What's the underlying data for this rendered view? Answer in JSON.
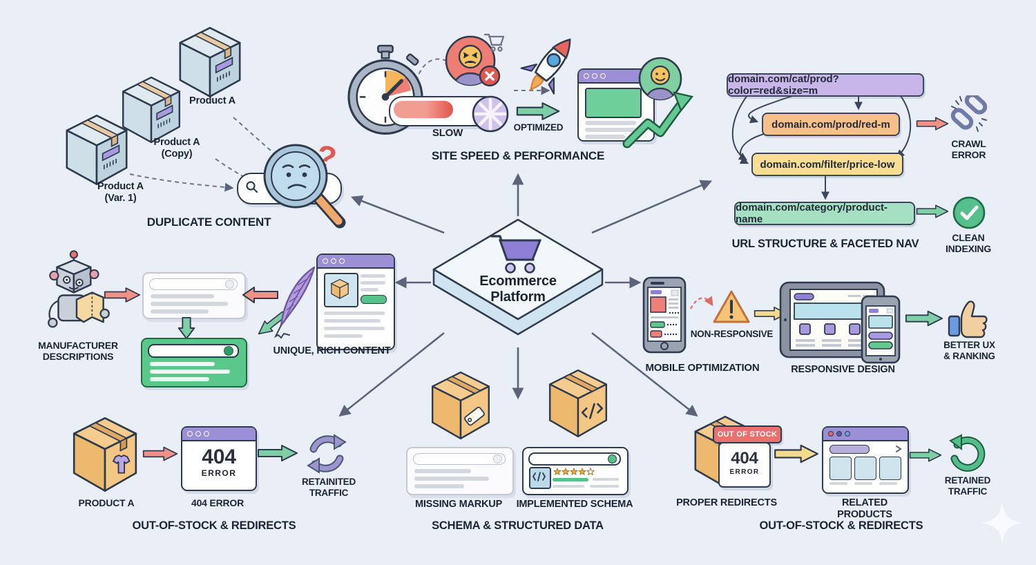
{
  "colors": {
    "background": "#e9eef7",
    "ink": "#2e3a4e",
    "arrow_gray": "#5b6478",
    "purple_accent": "#9c8fd6",
    "pill_purple": "#c9b6e8",
    "pill_orange": "#f6c08a",
    "pill_yellow": "#f9dd92",
    "pill_green": "#a6e0c2",
    "red": "#ee8c80",
    "green": "#7ecfa6",
    "yellow": "#f4da8e",
    "badge_red": "#e8706d",
    "card_green": "#5bc88b"
  },
  "center": {
    "title": "Ecommerce\nPlatform"
  },
  "duplicate": {
    "section_label": "DUPLICATE CONTENT",
    "box_labels": [
      "Product A\n(Var. 1)",
      "Product A\n(Copy)",
      "Product A"
    ]
  },
  "speed": {
    "section_label": "SITE SPEED & PERFORMANCE",
    "slow_label": "SLOW",
    "optimized_label": "OPTIMIZED"
  },
  "url_nav": {
    "section_label": "URL STRUCTURE & FACETED NAV",
    "urls": [
      "domain.com/cat/prod?color=red&size=m",
      "domain.com/prod/red-m",
      "domain.com/filter/price-low",
      "domain.com/category/product-name"
    ],
    "crawl_error_label": "CRAWL\nERROR",
    "clean_indexing_label": "CLEAN\nINDEXING"
  },
  "content_quality": {
    "manufacturer_label": "MANUFACTURER\nDESCRIPTIONS",
    "unique_label": "UNIQUE, RICH CONTENT"
  },
  "mobile": {
    "mobile_label": "MOBILE OPTIMIZATION",
    "non_responsive_label": "NON-RESPONSIVE",
    "responsive_label": "RESPONSIVE DESIGN",
    "better_label": "BETTER UX\n& RANKING"
  },
  "oos_left": {
    "section_label": "OUT-OF-STOCK & REDIRECTS",
    "product_label": "PRODUCT A",
    "error_code": "404",
    "error_word": "ERROR",
    "error_caption": "404 ERROR",
    "retained_label": "RETAINITED\nTRAFFIC"
  },
  "schema": {
    "section_label": "SCHEMA & STRUCTURED DATA",
    "missing_label": "MISSING MARKUP",
    "implemented_label": "IMPLEMENTED SCHEMA"
  },
  "oos_right": {
    "section_label": "OUT-OF-STOCK & REDIRECTS",
    "badge_label": "OUT OF STOCK",
    "error_code": "404",
    "error_word": "ERROR",
    "proper_label": "PROPER REDIRECTS",
    "related_label": "RELATED PRODUCTS",
    "retained_label": "RETAINED\nTRAFFIC"
  }
}
